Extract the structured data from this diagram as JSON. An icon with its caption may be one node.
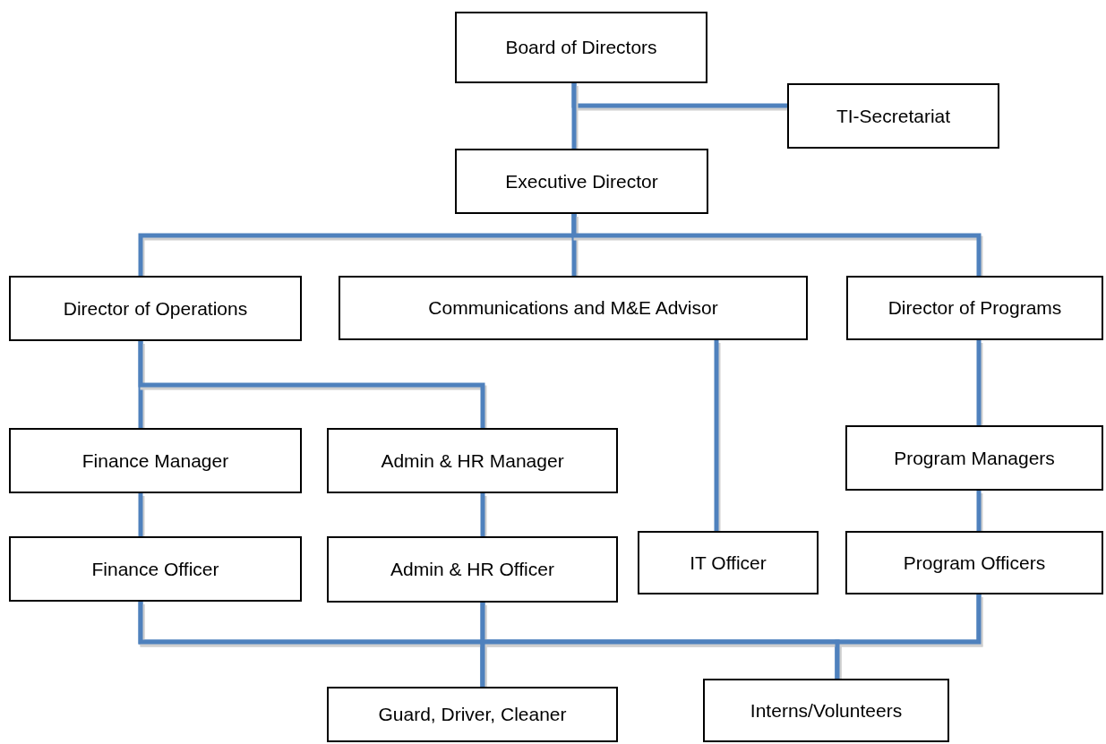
{
  "diagram": {
    "nodes": [
      {
        "text": [
          "Board of Directors"
        ]
      },
      {
        "text": [
          "TI-Secretariat"
        ]
      },
      {
        "text": [
          "Executive Director"
        ]
      },
      {
        "text": [
          "Director of Operations"
        ]
      },
      {
        "text": [
          "Communications and M&E Advisor"
        ]
      },
      {
        "text": [
          "Director of Programs"
        ]
      },
      {
        "text": [
          "Finance Manager"
        ]
      },
      {
        "text": [
          "Admin & HR Manager"
        ]
      },
      {
        "text": [
          "Program Managers"
        ]
      },
      {
        "text": [
          "Finance Officer"
        ]
      },
      {
        "text": [
          "Admin & HR Officer"
        ]
      },
      {
        "text": [
          "IT Officer"
        ]
      },
      {
        "text": [
          "Program Officers"
        ]
      },
      {
        "text": [
          "Guard, Driver, Cleaner"
        ]
      },
      {
        "text": [
          "Interns/Volunteers"
        ]
      }
    ],
    "edges": [
      {
        "from": 0,
        "to": 1,
        "arrow": "none"
      },
      {
        "from": 0,
        "to": 2,
        "arrow": "none"
      },
      {
        "from": 2,
        "to": 3,
        "arrow": "none"
      },
      {
        "from": 2,
        "to": 4,
        "arrow": "none"
      },
      {
        "from": 2,
        "to": 5,
        "arrow": "none"
      },
      {
        "from": 3,
        "to": 6,
        "arrow": "none"
      },
      {
        "from": 3,
        "to": 7,
        "arrow": "none"
      },
      {
        "from": 4,
        "to": 11,
        "arrow": "none"
      },
      {
        "from": 5,
        "to": 8,
        "arrow": "none"
      },
      {
        "from": 6,
        "to": 9,
        "arrow": "none"
      },
      {
        "from": 7,
        "to": 10,
        "arrow": "none"
      },
      {
        "from": 8,
        "to": 12,
        "arrow": "none"
      },
      {
        "from": 9,
        "to": 13,
        "arrow": "none"
      },
      {
        "from": 9,
        "to": 14,
        "arrow": "none"
      },
      {
        "from": 10,
        "to": 13,
        "arrow": "none"
      },
      {
        "from": 10,
        "to": 14,
        "arrow": "none"
      },
      {
        "from": 12,
        "to": 13,
        "arrow": "none"
      },
      {
        "from": 12,
        "to": 14,
        "arrow": "none"
      }
    ]
  }
}
